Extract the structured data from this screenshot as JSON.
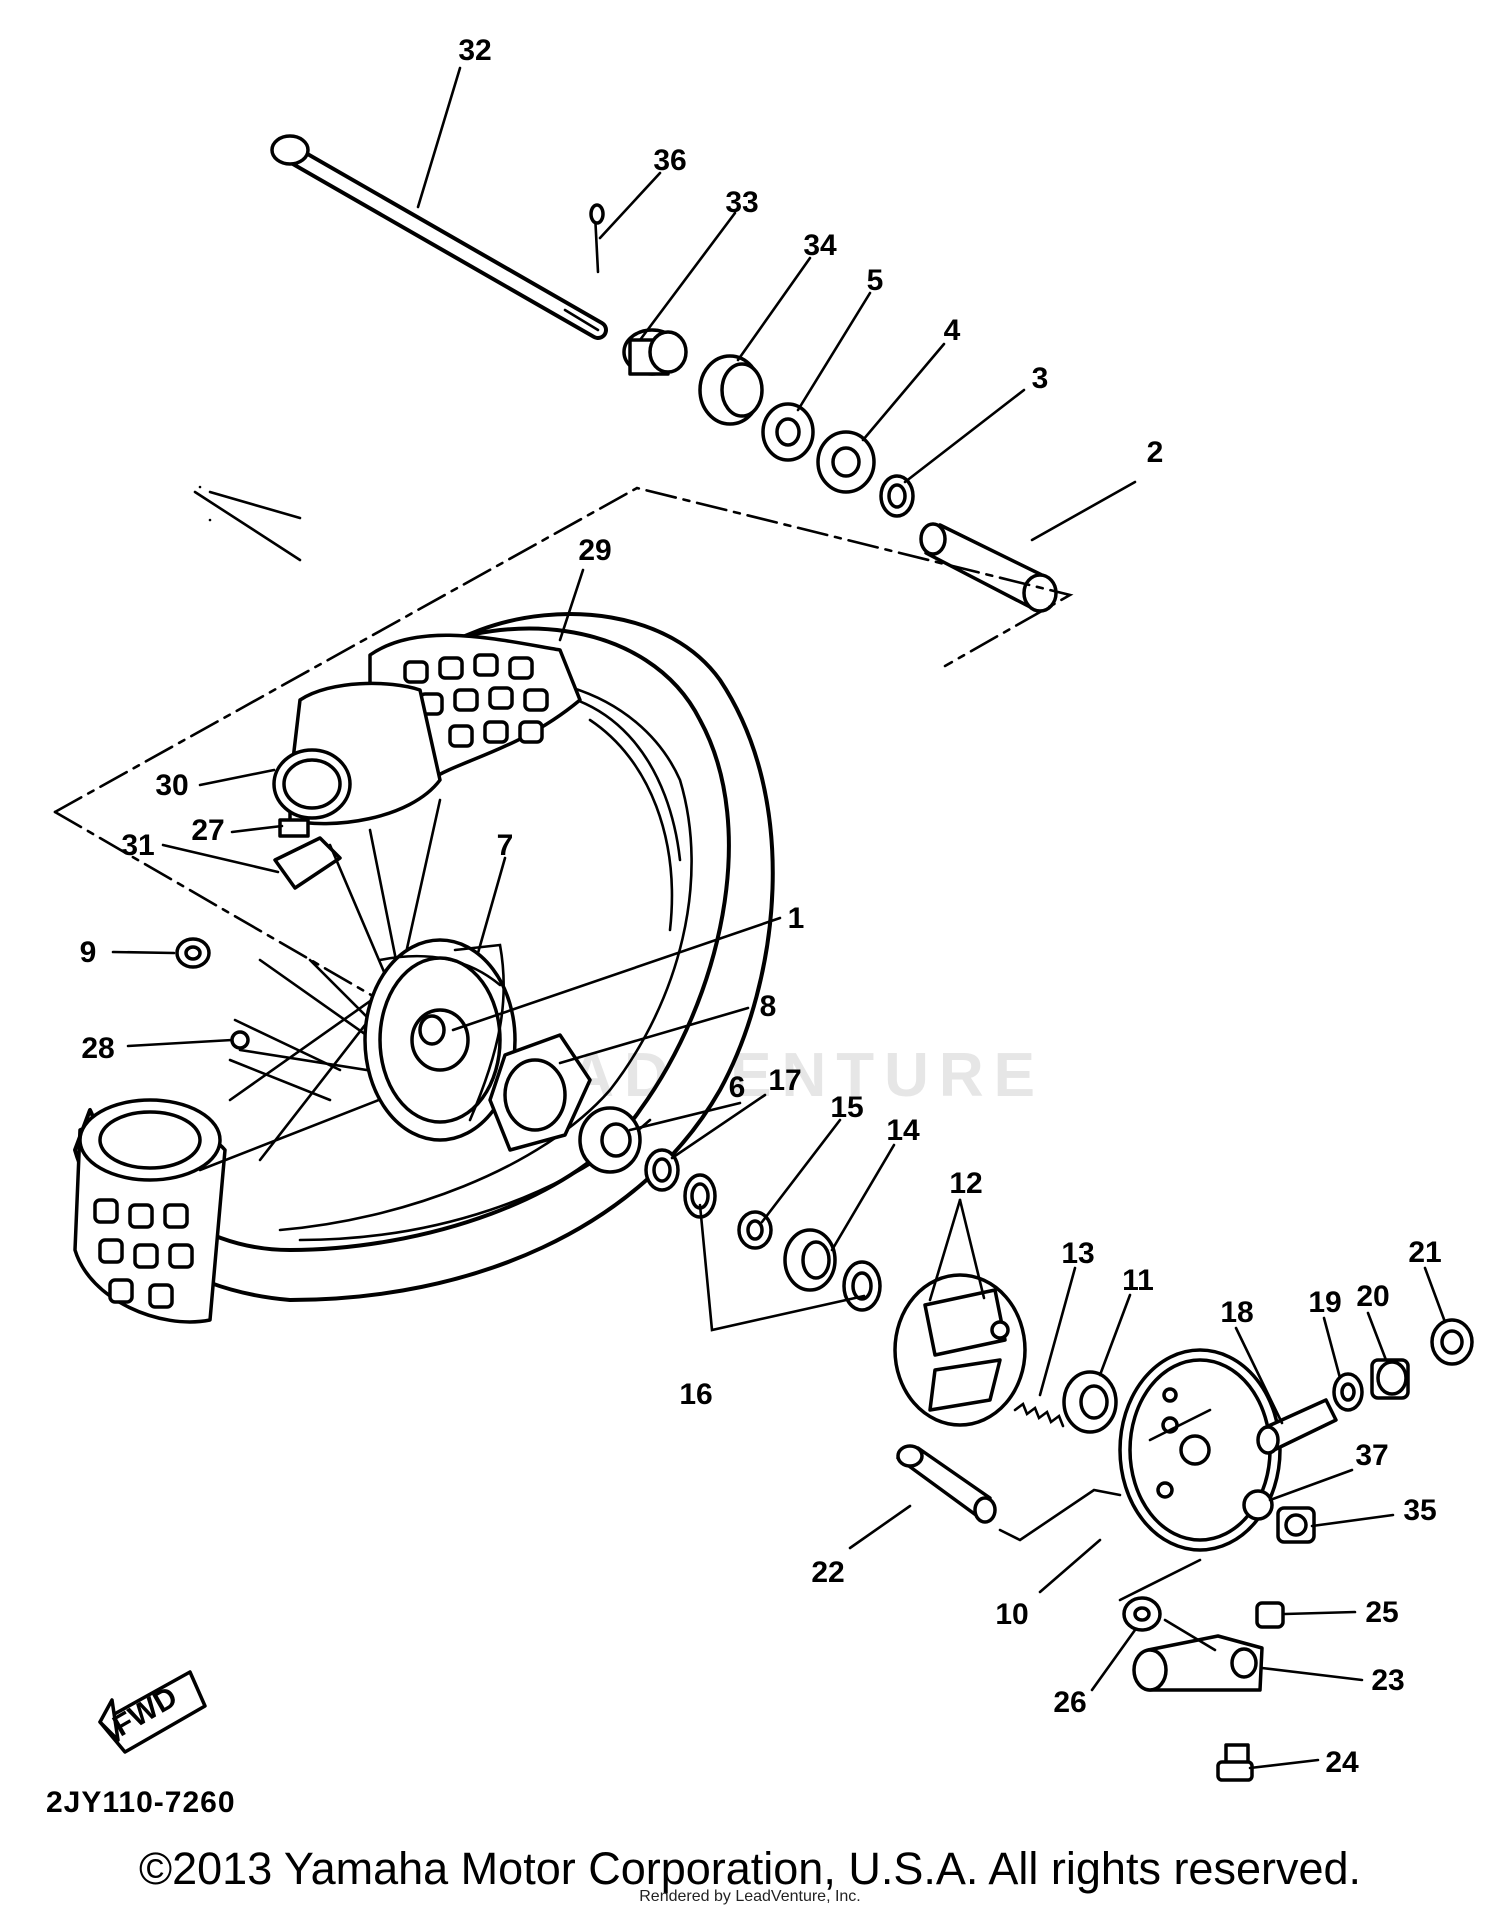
{
  "diagram_code": "2JY110-7260",
  "copyright": "©2013 Yamaha Motor Corporation, U.S.A. All rights reserved.",
  "rendered_by": "Rendered by LeadVenture, Inc.",
  "watermark": "LEADVENTURE",
  "fwd_label": "FWD",
  "callouts": [
    "1",
    "2",
    "3",
    "4",
    "5",
    "6",
    "7",
    "8",
    "9",
    "10",
    "11",
    "12",
    "13",
    "14",
    "15",
    "16",
    "17",
    "18",
    "19",
    "20",
    "21",
    "22",
    "23",
    "24",
    "25",
    "26",
    "27",
    "28",
    "29",
    "30",
    "31",
    "32",
    "33",
    "34",
    "35",
    "36",
    "37"
  ]
}
